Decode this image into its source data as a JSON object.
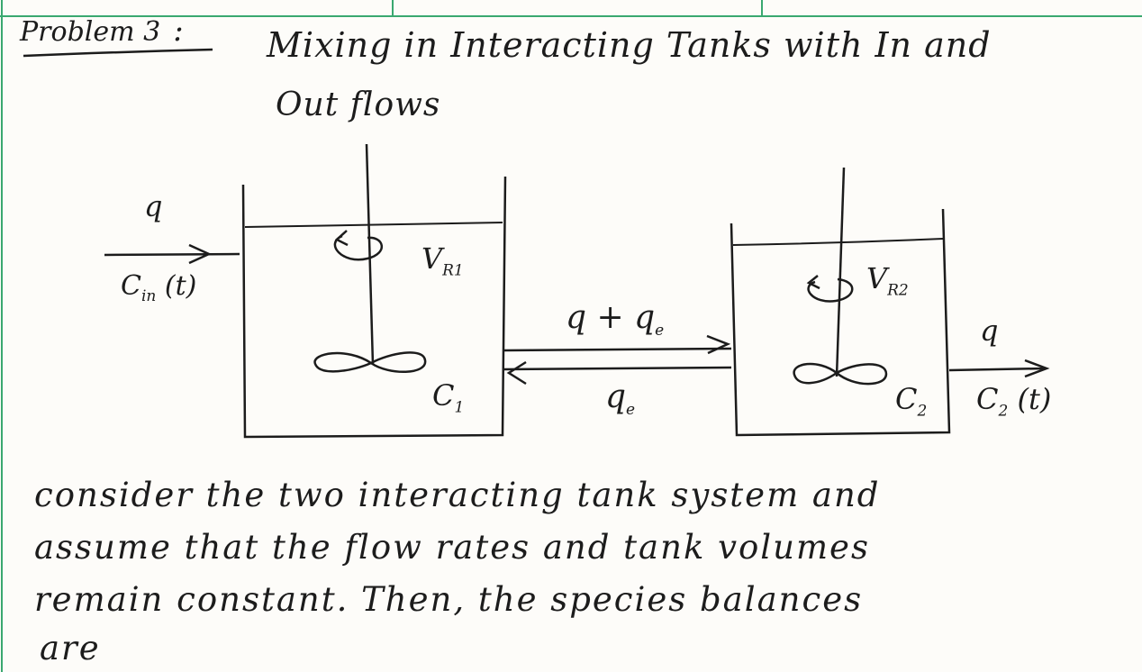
{
  "title": {
    "label": "Problem 3",
    "colon": ":",
    "line1": "Mixing in Interacting Tanks with In and",
    "line2": "Out flows"
  },
  "diagram": {
    "inflow_rate": "q",
    "inflow_conc": "C",
    "inflow_conc_sub": "in",
    "inflow_conc_arg": "(t)",
    "tank1_volume": "V",
    "tank1_volume_sub": "R1",
    "tank1_conc": "C",
    "tank1_conc_sub": "1",
    "forward_flow": "q + q",
    "forward_flow_sub": "e",
    "backward_flow": "q",
    "backward_flow_sub": "e",
    "tank2_volume": "V",
    "tank2_volume_sub": "R2",
    "tank2_conc": "C",
    "tank2_conc_sub": "2",
    "outflow_rate": "q",
    "outflow_conc": "C",
    "outflow_conc_sub": "2",
    "outflow_conc_arg": "(t)"
  },
  "paragraph": [
    "consider the two interacting tank system and",
    "assume that the flow rates and tank volumes",
    "remain constant. Then, the species balances",
    "are"
  ],
  "colors": {
    "ink": "#1c1c1c",
    "frame": "#3aa870",
    "paper": "#fdfcf9"
  }
}
